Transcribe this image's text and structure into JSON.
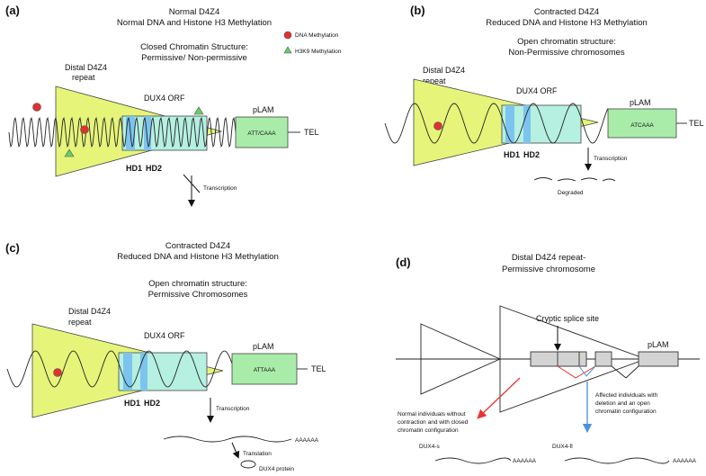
{
  "panel_a": {
    "letter": "(a)",
    "title": "Normal D4Z4",
    "subtitle": "Normal DNA and Histone H3 Methylation",
    "chromatin_1": "Closed Chromatin Structure:",
    "chromatin_2": "Permissive/ Non-permissive",
    "legend_dna": "DNA Methylation",
    "legend_h3k9": "H3K9 Methylation",
    "repeat_1": "Distal D4Z4",
    "repeat_2": "repeat",
    "orf": "DUX4 ORF",
    "plam": "pLAM",
    "plam_seq": "ATT/CAAA",
    "tel": "TEL",
    "hd1": "HD1",
    "hd2": "HD2",
    "transcription": "Transcription"
  },
  "panel_b": {
    "letter": "(b)",
    "title": "Contracted D4Z4",
    "subtitle": "Reduced DNA and Histone H3 Methylation",
    "chromatin_1": "Open chromatin structure:",
    "chromatin_2": "Non-Permissive chromosomes",
    "repeat_1": "Distal D4Z4",
    "repeat_2": "repeat",
    "orf": "DUX4 ORF",
    "plam": "pLAM",
    "plam_seq": "ATCAAA",
    "tel": "TEL",
    "hd1": "HD1",
    "hd2": "HD2",
    "transcription": "Transcription",
    "degraded": "Degraded"
  },
  "panel_c": {
    "letter": "(c)",
    "title": "Contracted D4Z4",
    "subtitle": "Reduced DNA and Histone H3 Methylation",
    "chromatin_1": "Open chromatin structure:",
    "chromatin_2": "Permissive Chromosomes",
    "repeat_1": "Distal D4Z4",
    "repeat_2": "repeat",
    "orf": "DUX4 ORF",
    "plam": "pLAM",
    "plam_seq": "ATTAAA",
    "tel": "TEL",
    "hd1": "HD1",
    "hd2": "HD2",
    "transcription": "Transcription",
    "polya": "AAAAAA",
    "translation": "Translation",
    "protein": "DUX4 protein"
  },
  "panel_d": {
    "letter": "(d)",
    "title_1": "Distal D4Z4 repeat-",
    "title_2": "Permissive chromosome",
    "cryptic": "Cryptic splice site",
    "plam": "pLAM",
    "normal_1": "Normal individuals without",
    "normal_2": "contraction and with closed",
    "normal_3": "chromatin configuration",
    "affected_1": "Affected individuals with",
    "affected_2": "deletion and an open",
    "affected_3": "chromatin configuration",
    "dux4s": "DUX4-s",
    "dux4fl": "DUX4-fl",
    "polya_s": "AAAAAA",
    "polya_fl": "AAAAAA"
  },
  "colors": {
    "repeat_fill": "#e6f57a",
    "orf_fill": "#b5f0e1",
    "hd_fill": "#7cc4ef",
    "plam_fill": "#a9eca9",
    "dna_methylation": "#e03131",
    "h3k9_methylation": "#63d063",
    "red_arrow": "#e8352e",
    "blue_arrow": "#4b8fe0",
    "exon_fill": "#d3d3d3"
  }
}
